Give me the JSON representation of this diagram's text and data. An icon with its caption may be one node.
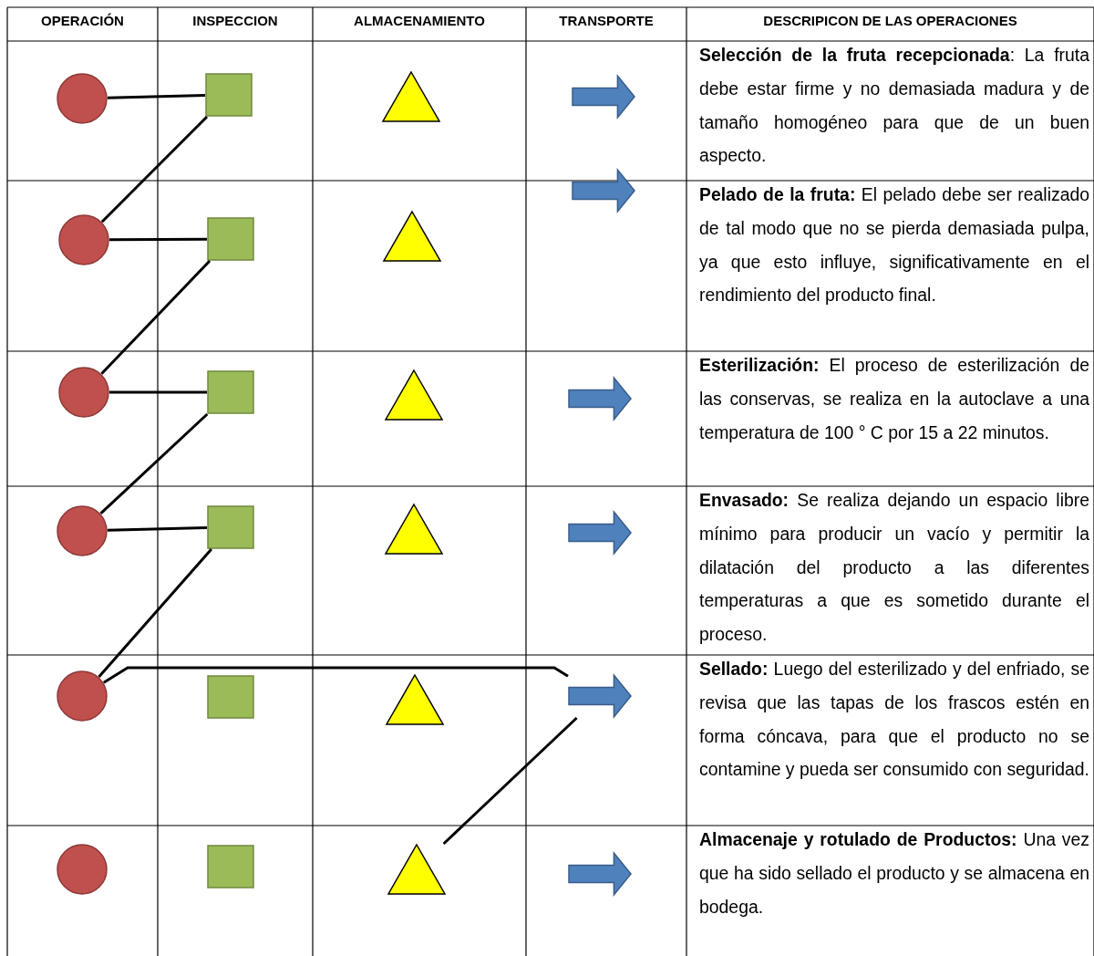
{
  "diagram": {
    "nodes": [
      {
        "text": [],
        "shape": "circle"
      },
      {
        "text": [],
        "shape": "box"
      },
      {
        "text": [],
        "shape": "triangle"
      },
      {
        "text": [],
        "shape": "arrow"
      },
      {
        "text": [],
        "shape": "circle"
      },
      {
        "text": [],
        "shape": "box"
      },
      {
        "text": [],
        "shape": "triangle"
      },
      {
        "text": [],
        "shape": "arrow"
      },
      {
        "text": [],
        "shape": "circle"
      },
      {
        "text": [],
        "shape": "box"
      },
      {
        "text": [],
        "shape": "triangle"
      },
      {
        "text": [],
        "shape": "arrow"
      },
      {
        "text": [],
        "shape": "circle"
      },
      {
        "text": [],
        "shape": "box"
      },
      {
        "text": [],
        "shape": "triangle"
      },
      {
        "text": [],
        "shape": "arrow"
      },
      {
        "text": [],
        "shape": "circle"
      },
      {
        "text": [],
        "shape": "box"
      },
      {
        "text": [],
        "shape": "triangle"
      },
      {
        "text": [],
        "shape": "arrow"
      },
      {
        "text": [],
        "shape": "circle"
      },
      {
        "text": [],
        "shape": "box"
      },
      {
        "text": [],
        "shape": "triangle"
      },
      {
        "text": [],
        "shape": "arrow"
      }
    ],
    "edges": [
      {
        "from": 0,
        "to": 1,
        "arrow": "none"
      },
      {
        "from": 1,
        "to": 4,
        "arrow": "none"
      },
      {
        "from": 4,
        "to": 5,
        "arrow": "none"
      },
      {
        "from": 5,
        "to": 8,
        "arrow": "none"
      },
      {
        "from": 8,
        "to": 9,
        "arrow": "none"
      },
      {
        "from": 9,
        "to": 12,
        "arrow": "none"
      },
      {
        "from": 12,
        "to": 13,
        "arrow": "none"
      },
      {
        "from": 13,
        "to": 16,
        "arrow": "none"
      },
      {
        "from": 16,
        "to": 19,
        "arrow": "none"
      },
      {
        "from": 19,
        "to": 22,
        "arrow": "none"
      }
    ],
    "labels": [
      "OPERACIÓN",
      "INSPECCION",
      "ALMACENAMIENTO",
      "TRANSPORTE",
      "DESCRIPICON DE LAS OPERACIONES",
      "**Selección de la fruta recepcionada**: La fruta debe estar firme y no demasiada madura y de tamaño homogéneo para que de un buen aspecto.",
      "**Pelado de la fruta:** El pelado debe ser realizado de tal modo que no se pierda demasiada pulpa, ya que esto influye, significativamente en el rendimiento del producto final.",
      "**Esterilización:** El proceso de esterilización de las conservas, se realiza en la autoclave a una temperatura de 100 ° C por 15 a 22 minutos.",
      "**Envasado:** Se realiza dejando un espacio libre mínimo para producir un vacío y permitir la dilatación del producto a las diferentes temperaturas a que es sometido durante el proceso.",
      "**Sellado:** Luego del esterilizado y del enfriado, se revisa que las tapas de los frascos estén en forma cóncava, para que el producto no se contamine y pueda ser consumido con seguridad.",
      "**Almacenaje y rotulado de Productos:** Una vez que ha sido sellado el producto y se almacena en bodega."
    ]
  }
}
